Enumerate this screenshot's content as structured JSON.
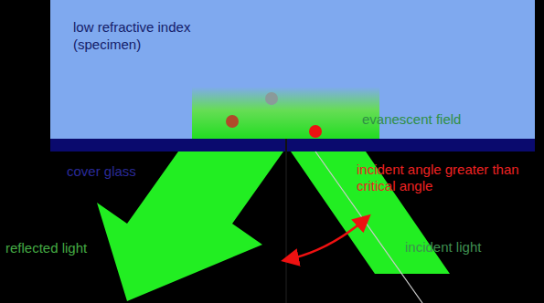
{
  "diagram": {
    "nodes": [
      {
        "text": [
          "low refractive index (specimen)"
        ]
      },
      {
        "text": [
          "cover glass"
        ]
      }
    ],
    "labels": [
      "evanescent field",
      "incident angle greater than critical angle",
      "incident light",
      "reflected light"
    ]
  }
}
